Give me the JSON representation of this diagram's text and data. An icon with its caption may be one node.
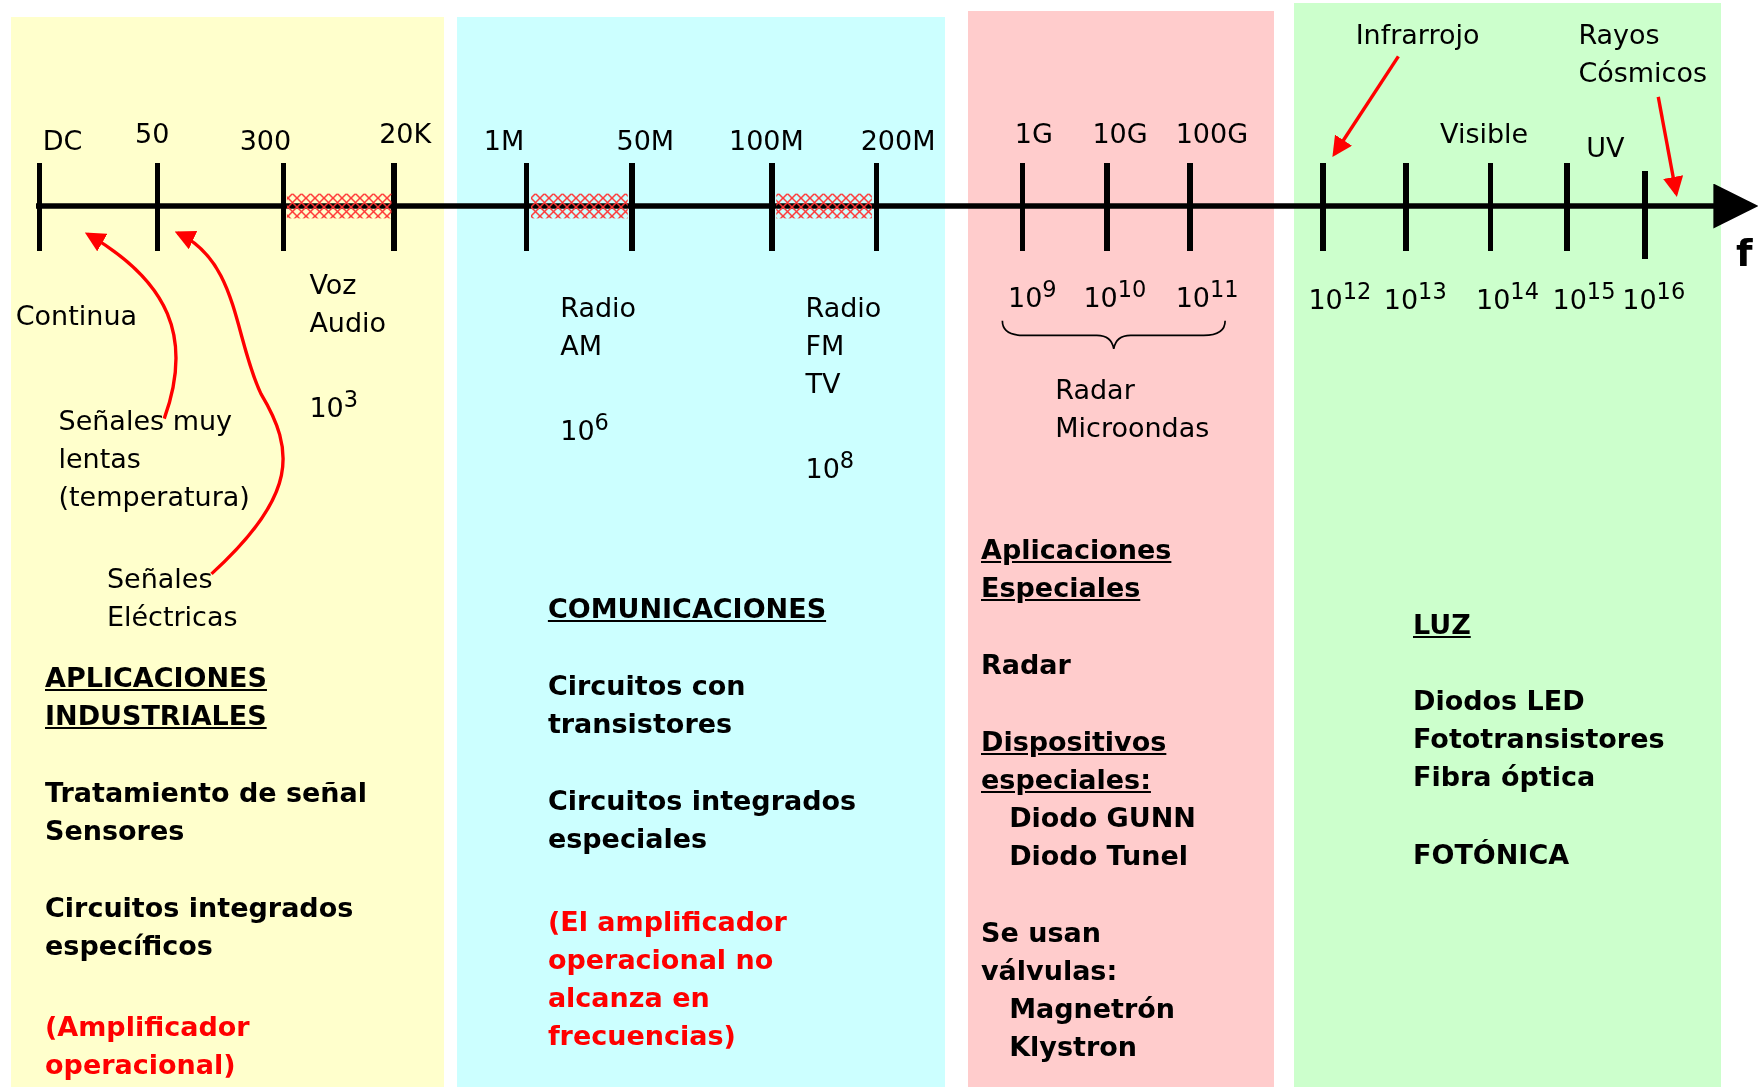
{
  "diagram": {
    "nodes": [
      {
        "text": [
          "APLICACIONES INDUSTRIALES",
          "Tratamiento de señal Sensores",
          "Circuitos integrados específicos",
          "(Amplificador operacional)"
        ]
      },
      {
        "text": [
          "Señales muy lentas (temperatura)"
        ],
        "in": 0
      },
      {
        "text": [
          "Señales Eléctricas"
        ],
        "in": 0
      },
      {
        "text": [
          "COMUNICACIONES",
          "Circuitos con transistores",
          "Circuitos integrados especiales",
          "(El amplificador operacional no alcanza en frecuencias)"
        ]
      },
      {
        "text": [
          "Aplicaciones Especiales",
          "Radar",
          "Dispositivos especiales:",
          "Diodo GUNN Diodo Tunel",
          "Se usan válvulas:",
          "Magnetrón Klystron"
        ]
      },
      {
        "text": [
          "LUZ",
          "Diodos LED Fototransistores Fibra óptica",
          "FOTÓNICA"
        ]
      },
      {
        "text": [
          "Infrarrojo"
        ],
        "in": 5
      },
      {
        "text": [
          "Rayos Cósmicos"
        ],
        "in": 5
      },
      {
        "text": [],
        "shape": "bar",
        "in": 0,
        "beside": [
          "DC"
        ]
      },
      {
        "text": [],
        "shape": "bar",
        "in": 0,
        "beside": [
          "50"
        ]
      },
      {
        "text": [],
        "shape": "bar",
        "in": 0,
        "beside": [
          "300"
        ]
      },
      {
        "text": [],
        "shape": "bar",
        "in": 0,
        "beside": [
          "20K"
        ]
      },
      {
        "text": [],
        "shape": "bar",
        "in": 3,
        "beside": [
          "1M"
        ]
      },
      {
        "text": [],
        "shape": "bar",
        "in": 3,
        "beside": [
          "50M"
        ]
      },
      {
        "text": [],
        "shape": "bar",
        "in": 3,
        "beside": [
          "100M"
        ]
      },
      {
        "text": [],
        "shape": "bar",
        "in": 3,
        "beside": [
          "200M"
        ]
      },
      {
        "text": [],
        "shape": "bar",
        "in": 4,
        "beside": [
          "1G",
          "10$^{9}$"
        ]
      },
      {
        "text": [],
        "shape": "bar",
        "in": 4,
        "beside": [
          "10G",
          "10$^{10}$"
        ]
      },
      {
        "text": [],
        "shape": "bar",
        "in": 4,
        "beside": [
          "100G",
          "10$^{11}$"
        ]
      },
      {
        "text": [],
        "shape": "bar",
        "in": 5,
        "beside": [
          "10$^{12}$"
        ]
      },
      {
        "text": [],
        "shape": "bar",
        "in": 5,
        "beside": [
          "10$^{13}$"
        ]
      },
      {
        "text": [],
        "shape": "bar",
        "in": 5,
        "beside": [
          "10$^{14}$"
        ]
      },
      {
        "text": [],
        "shape": "bar",
        "in": 5,
        "beside": [
          "10$^{15}$"
        ]
      },
      {
        "text": [],
        "shape": "bar",
        "in": 5,
        "beside": [
          "10$^{16}$"
        ]
      },
      {
        "text": [],
        "shape": "arrow",
        "beside": [
          "f"
        ]
      }
    ],
    "edges": [
      {
        "from": 1,
        "to": 8,
        "arrow": "to"
      },
      {
        "from": 2,
        "to": 9,
        "arrow": "to"
      },
      {
        "from": 6,
        "to": 19,
        "arrow": "to"
      },
      {
        "from": 7,
        "to": 23,
        "arrow": "to"
      }
    ],
    "labels": [
      "Visible",
      "UV",
      "Continua",
      "Voz Audio",
      "10$^{3}$",
      "Radio AM",
      "10$^{6}$",
      "Radio FM TV",
      "10$^{8}$",
      "Radar Microondas"
    ]
  }
}
